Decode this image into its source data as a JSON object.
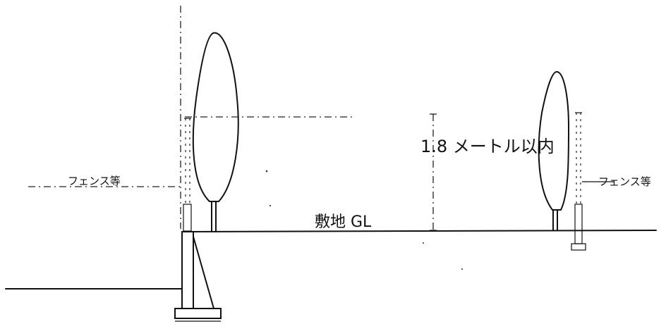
{
  "labels": {
    "height_limit": "1.8 メートル以内",
    "fence_left": "フェンス等",
    "fence_right": "フェンス等",
    "ground": "敷地 GL"
  }
}
